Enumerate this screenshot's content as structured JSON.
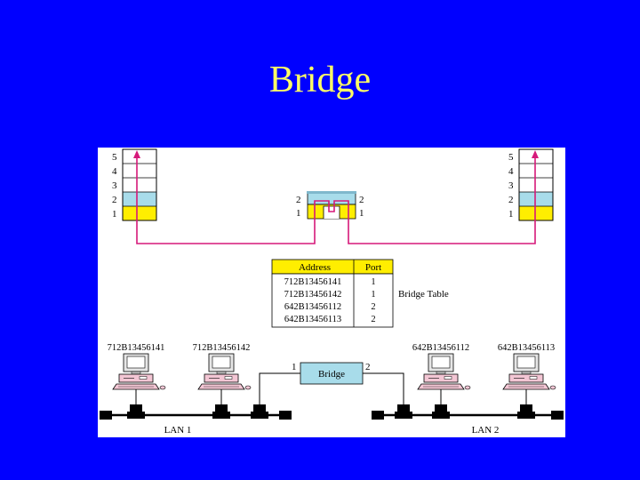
{
  "title": "Bridge",
  "colors": {
    "background": "#0000ff",
    "title": "#ffff66",
    "layer_yellow": "#ffee00",
    "layer_blue": "#a8dcea",
    "path": "#d6197a"
  },
  "stack_layers": [
    "5",
    "4",
    "3",
    "2",
    "1"
  ],
  "bridge_layers": [
    "2",
    "1"
  ],
  "table": {
    "caption": "Bridge Table",
    "headers": [
      "Address",
      "Port"
    ],
    "rows": [
      {
        "address": "712B13456141",
        "port": "1"
      },
      {
        "address": "712B13456142",
        "port": "1"
      },
      {
        "address": "642B13456112",
        "port": "2"
      },
      {
        "address": "642B13456113",
        "port": "2"
      }
    ]
  },
  "stations": [
    "712B13456141",
    "712B13456142",
    "642B13456112",
    "642B13456113"
  ],
  "bridge_box": {
    "label": "Bridge",
    "port_left": "1",
    "port_right": "2"
  },
  "lans": [
    "LAN 1",
    "LAN 2"
  ]
}
